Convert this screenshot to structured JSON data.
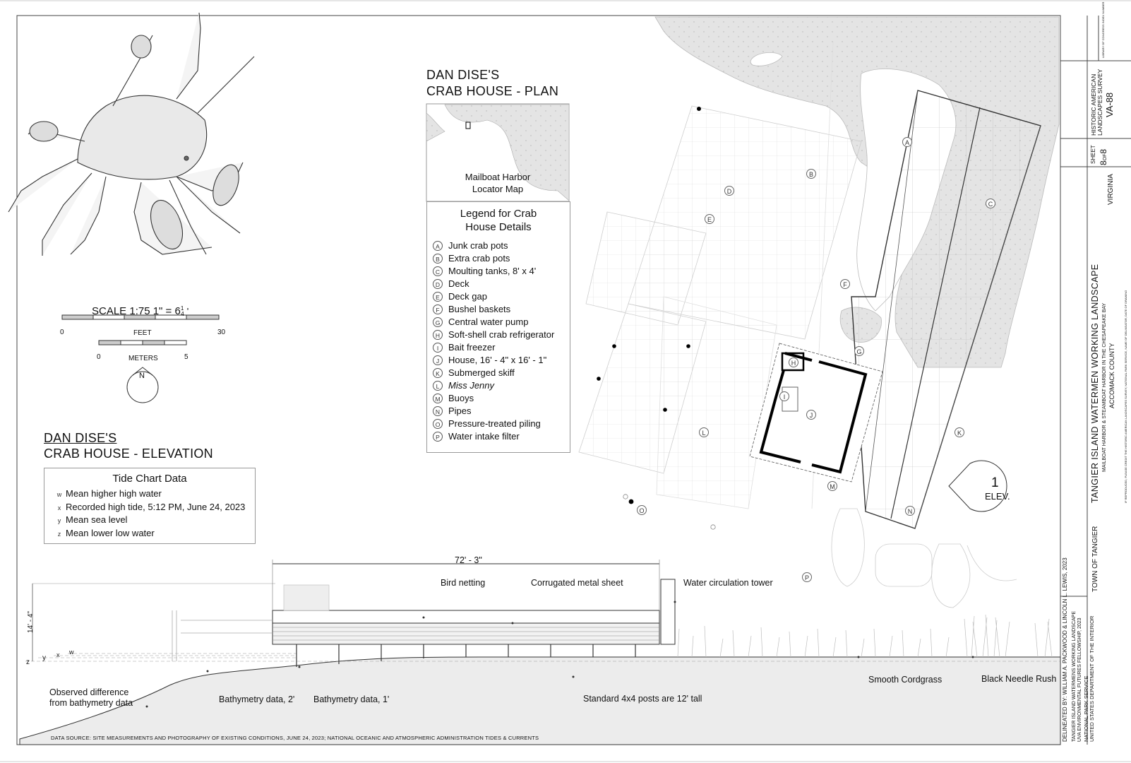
{
  "crab_house_plan": {
    "title_line1": "DAN DISE'S",
    "title_line2": "CRAB HOUSE - PLAN"
  },
  "crab_house_elevation": {
    "title_line1": "DAN DISE'S",
    "title_line2": "CRAB HOUSE - ELEVATION"
  },
  "locator_map": {
    "label_line1": "Mailboat Harbor",
    "label_line2": "Locator Map"
  },
  "legend": {
    "title_line1": "Legend for Crab",
    "title_line2": "House Details",
    "items": [
      {
        "key": "A",
        "text": "Junk crab pots"
      },
      {
        "key": "B",
        "text": "Extra crab pots"
      },
      {
        "key": "C",
        "text": "Moulting tanks, 8' x 4'"
      },
      {
        "key": "D",
        "text": "Deck"
      },
      {
        "key": "E",
        "text": "Deck gap"
      },
      {
        "key": "F",
        "text": "Bushel baskets"
      },
      {
        "key": "G",
        "text": "Central water pump"
      },
      {
        "key": "H",
        "text": "Soft-shell crab refrigerator"
      },
      {
        "key": "I",
        "text": "Bait freezer"
      },
      {
        "key": "J",
        "text": "House, 16' - 4\" x 16' - 1\""
      },
      {
        "key": "K",
        "text": "Submerged skiff"
      },
      {
        "key": "L",
        "text": "Miss Jenny"
      },
      {
        "key": "M",
        "text": "Buoys"
      },
      {
        "key": "N",
        "text": "Pipes"
      },
      {
        "key": "O",
        "text": "Pressure-treated piling"
      },
      {
        "key": "P",
        "text": "Water intake filter"
      }
    ]
  },
  "scale": {
    "label": "SCALE 1:75  1\" = 6",
    "fraction_num": "1",
    "fraction_den": "4",
    "feet_unit": "FEET",
    "feet_start": "0",
    "feet_end": "30",
    "meters_unit": "METERS",
    "meters_start": "0",
    "meters_end": "5",
    "north": "N"
  },
  "tide_chart": {
    "title": "Tide Chart Data",
    "items": [
      {
        "key": "w",
        "text": "Mean higher high water"
      },
      {
        "key": "x",
        "text": "Recorded high tide, 5:12 PM, June 24, 2023"
      },
      {
        "key": "y",
        "text": "Mean sea level"
      },
      {
        "key": "z",
        "text": "Mean lower low water"
      }
    ]
  },
  "elevation_labels": {
    "length_dim": "72' - 3\"",
    "height_dim": "14' - 4\"",
    "bird_netting": "Bird netting",
    "corrugated": "Corrugated metal sheet",
    "tower": "Water circulation tower",
    "smooth_cordgrass": "Smooth Cordgrass",
    "black_needle_rush": "Black Needle Rush",
    "observed_line1": "Observed difference",
    "observed_line2": "from bathymetry data",
    "bathy_2": "Bathymetry data, 2'",
    "bathy_1": "Bathymetry data, 1'",
    "posts": "Standard 4x4 posts are 12' tall",
    "tide_z": "z",
    "tide_y": "y",
    "tide_x": "x",
    "tide_w": "w",
    "data_source": "DATA SOURCE: SITE MEASUREMENTS AND PHOTOGRAPHY OF EXISTING CONDITIONS, JUNE 24, 2023; NATIONAL OCEANIC AND ATMOSPHERIC ADMINISTRATION TIDES & CURRENTS"
  },
  "plan_markers": {
    "A": "A",
    "B": "B",
    "C": "C",
    "D": "D",
    "E": "E",
    "F": "F",
    "G": "G",
    "H": "H",
    "I": "I",
    "J": "J",
    "K": "K",
    "L": "L",
    "M": "M",
    "N": "N",
    "O": "O",
    "P": "P"
  },
  "elev_tag": {
    "number": "1",
    "label": "ELEV."
  },
  "title_block": {
    "delineated": "DELINEATED BY: WILLIAM A. PACKWOOD & LINCOLN L. LEWIS, 2023",
    "project_line1": "TANGIER ISLAND WATERMENS WORKING LANDSCAPE",
    "project_line2": "UVA ENVIRONMENTAL FUTURES FELLOWSHIP, 2023",
    "agency_line1": "NATIONAL PARK SERVICE",
    "agency_line2": "UNITED STATES DEPARTMENT OF THE INTERIOR",
    "town": "TOWN OF TANGIER",
    "main_title": "TANGIER ISLAND WATERMEN WORKING LANDSCAPE",
    "sub_title": "MAILBOAT HARBOR & STEAMBOAT HARBOR IN THE CHESAPEAKE BAY",
    "county": "ACCOMACK COUNTY",
    "state": "VIRGINIA",
    "sheet_label": "SHEET",
    "sheet_num": "8",
    "sheet_of": "OF",
    "sheet_total": "8",
    "survey_line1": "HISTORIC AMERICAN",
    "survey_line2": "LANDSCAPES SURVEY",
    "survey_id": "VA-88",
    "loc_text": "LIBRARY OF CONGRESS INDEX NUMBER",
    "reproduced_note": "IF REPRODUCED, PLEASE CREDIT THE HISTORIC AMERICAN LANDSCAPES SURVEY, NATIONAL PARK SERVICE, NAME OF DELINEATOR, DATE OF DRAWING"
  },
  "colors": {
    "water": "#e4e4e4",
    "line": "#222222",
    "light_line": "#9a9a9a",
    "grass": "#bdbdbd"
  }
}
